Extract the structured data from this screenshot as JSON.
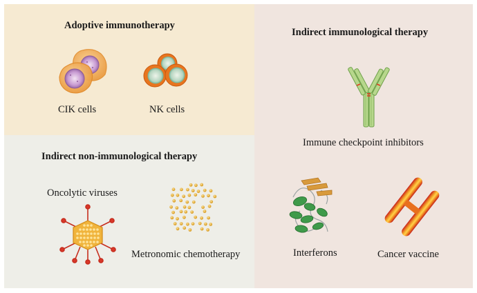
{
  "panels": {
    "adoptive": {
      "title": "Adoptive immunotherapy",
      "items": [
        "CIK cells",
        "NK cells"
      ]
    },
    "indirect_non_immunological": {
      "title": "Indirect non-immunological therapy",
      "items": [
        "Oncolytic viruses",
        "Metronomic chemotherapy"
      ]
    },
    "indirect_immunological": {
      "title": "Indirect immunological therapy",
      "items": [
        "Immune checkpoint inhibitors",
        "Interferons",
        "Cancer vaccine"
      ]
    }
  },
  "icons": {
    "cik": "cik-cells-icon",
    "nk": "nk-cells-icon",
    "virus": "oncolytic-virus-icon",
    "chemo": "chemotherapy-particles-icon",
    "antibody": "antibody-icon",
    "interferon": "interferon-protein-icon",
    "vaccine": "cancer-vaccine-icon"
  },
  "colors": {
    "adoptive_bg": "#f6ead2",
    "non_immunological_bg": "#eeeee8",
    "immunological_bg": "#f0e5df"
  }
}
